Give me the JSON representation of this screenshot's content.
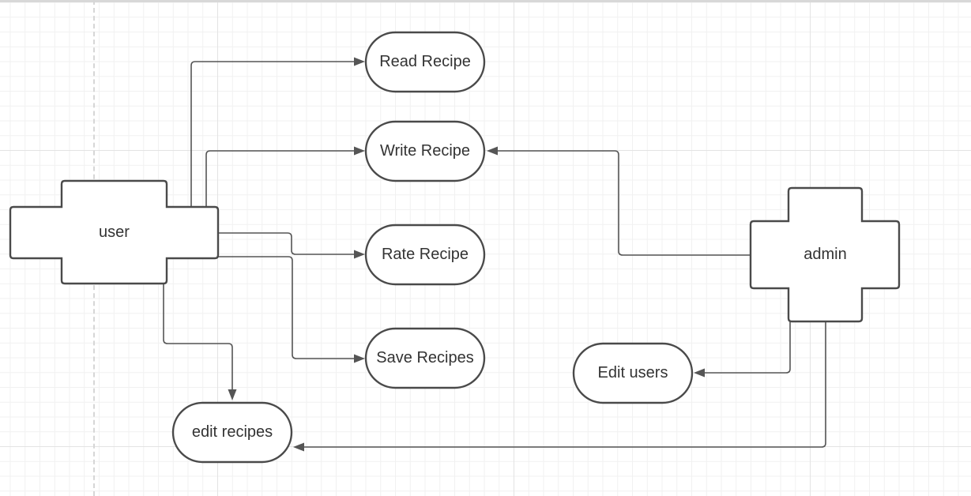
{
  "actors": {
    "user": {
      "label": "user"
    },
    "admin": {
      "label": "admin"
    }
  },
  "use_cases": {
    "read_recipe": {
      "label": "Read Recipe"
    },
    "write_recipe": {
      "label": "Write Recipe"
    },
    "rate_recipe": {
      "label": "Rate Recipe"
    },
    "save_recipes": {
      "label": "Save Recipes"
    },
    "edit_recipes": {
      "label": "edit recipes"
    },
    "edit_users": {
      "label": "Edit users"
    }
  },
  "connections": [
    {
      "from": "user",
      "to": "Read Recipe"
    },
    {
      "from": "user",
      "to": "Write Recipe"
    },
    {
      "from": "user",
      "to": "Rate Recipe"
    },
    {
      "from": "user",
      "to": "Save Recipes"
    },
    {
      "from": "user",
      "to": "edit recipes"
    },
    {
      "from": "admin",
      "to": "Write Recipe"
    },
    {
      "from": "admin",
      "to": "Edit users"
    },
    {
      "from": "admin",
      "to": "edit recipes"
    }
  ],
  "colors": {
    "stroke": "#4a4a4a",
    "edge": "#555555",
    "grid": "#e3e3e3"
  }
}
